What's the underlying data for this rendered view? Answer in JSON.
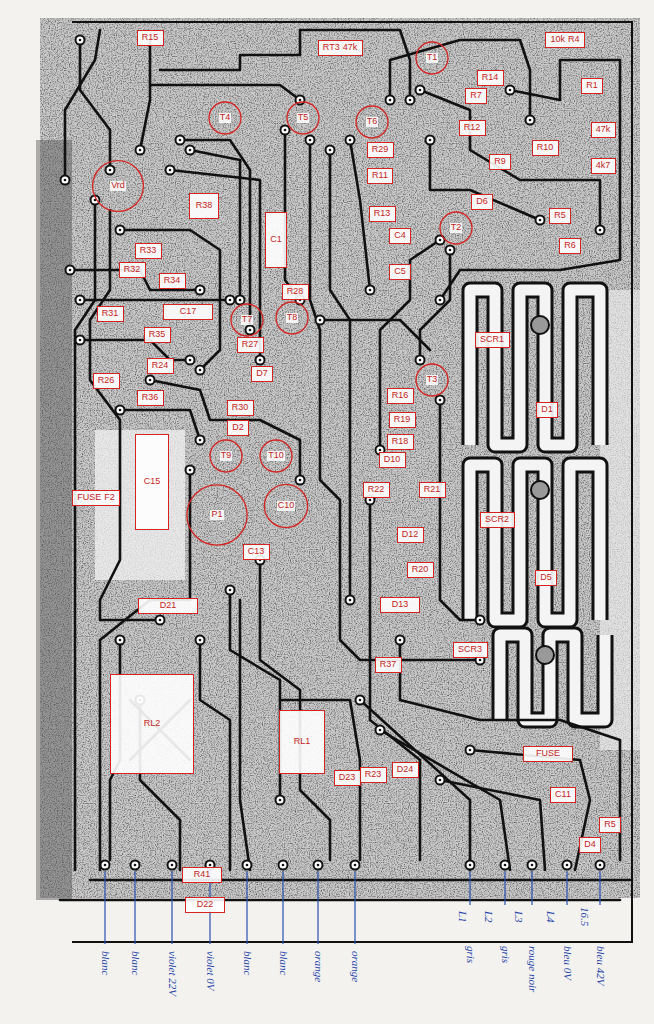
{
  "diagram": {
    "nodes": [
      {
        "text": [
          "R15"
        ]
      },
      {
        "text": [
          "RT3",
          "47k"
        ]
      },
      {
        "text": [
          "T1"
        ]
      },
      {
        "text": [
          "10k",
          "R4"
        ]
      },
      {
        "text": [
          "R14"
        ]
      },
      {
        "text": [
          "R7"
        ]
      },
      {
        "text": [
          "R1"
        ]
      },
      {
        "text": [
          "R12"
        ]
      },
      {
        "text": [
          "47k"
        ]
      },
      {
        "text": [
          "R10"
        ]
      },
      {
        "text": [
          "4k7"
        ]
      },
      {
        "text": [
          "R9"
        ]
      },
      {
        "text": [
          "T4"
        ]
      },
      {
        "text": [
          "T5"
        ]
      },
      {
        "text": [
          "T6"
        ]
      },
      {
        "text": [
          "R29"
        ]
      },
      {
        "text": [
          "R11"
        ]
      },
      {
        "text": [
          "D6"
        ]
      },
      {
        "text": [
          "R5"
        ]
      },
      {
        "text": [
          "R13"
        ]
      },
      {
        "text": [
          "T2"
        ]
      },
      {
        "text": [
          "C4"
        ]
      },
      {
        "text": [
          "R6"
        ]
      },
      {
        "text": [
          "Vrd"
        ]
      },
      {
        "text": [
          "R38"
        ]
      },
      {
        "text": [
          "C1"
        ]
      },
      {
        "text": [
          "R33"
        ]
      },
      {
        "text": [
          "C5"
        ]
      },
      {
        "text": [
          "R32"
        ]
      },
      {
        "text": [
          "R34"
        ]
      },
      {
        "text": [
          "R31"
        ]
      },
      {
        "text": [
          "C17"
        ]
      },
      {
        "text": [
          "R28"
        ]
      },
      {
        "text": [
          "R35"
        ]
      },
      {
        "text": [
          "T7"
        ]
      },
      {
        "text": [
          "T8"
        ]
      },
      {
        "text": [
          "SCR1"
        ]
      },
      {
        "text": [
          "R27"
        ]
      },
      {
        "text": [
          "R24"
        ]
      },
      {
        "text": [
          "D7"
        ]
      },
      {
        "text": [
          "R26"
        ]
      },
      {
        "text": [
          "T3"
        ]
      },
      {
        "text": [
          "R16"
        ]
      },
      {
        "text": [
          "R36"
        ]
      },
      {
        "text": [
          "R30"
        ]
      },
      {
        "text": [
          "D1"
        ]
      },
      {
        "text": [
          "R19"
        ]
      },
      {
        "text": [
          "D2"
        ]
      },
      {
        "text": [
          "R18"
        ]
      },
      {
        "text": [
          "T9"
        ]
      },
      {
        "text": [
          "T10"
        ]
      },
      {
        "text": [
          "D10"
        ]
      },
      {
        "text": [
          "C15"
        ]
      },
      {
        "text": [
          "FUSE",
          "F2"
        ]
      },
      {
        "text": [
          "R22"
        ]
      },
      {
        "text": [
          "R21"
        ]
      },
      {
        "text": [
          "SCR2"
        ]
      },
      {
        "text": [
          "P1"
        ]
      },
      {
        "text": [
          "C10"
        ]
      },
      {
        "text": [
          "D12"
        ]
      },
      {
        "text": [
          "C13"
        ]
      },
      {
        "text": [
          "R20"
        ]
      },
      {
        "text": [
          "D5"
        ]
      },
      {
        "text": [
          "D21"
        ]
      },
      {
        "text": [
          "D13"
        ]
      },
      {
        "text": [
          "R37"
        ]
      },
      {
        "text": [
          "SCR3"
        ]
      },
      {
        "text": [
          "RL2"
        ]
      },
      {
        "text": [
          "RL1"
        ]
      },
      {
        "text": [
          "D23"
        ]
      },
      {
        "text": [
          "R23"
        ]
      },
      {
        "text": [
          "D24"
        ]
      },
      {
        "text": [
          "FUSE"
        ]
      },
      {
        "text": [
          "C11"
        ]
      },
      {
        "text": [
          "R5"
        ]
      },
      {
        "text": [
          "D4"
        ]
      },
      {
        "text": [
          "R41"
        ]
      },
      {
        "text": [
          "D22"
        ]
      }
    ],
    "labels": [
      "blanc",
      "blanc",
      "violet 22V",
      "violet 0V",
      "blanc",
      "blanc",
      "orange",
      "orange",
      "gris",
      "gris",
      "rouge noir",
      "bleu 0V",
      "bleu 42V",
      "L1",
      "L2",
      "L3",
      "L4",
      "16.5"
    ]
  }
}
